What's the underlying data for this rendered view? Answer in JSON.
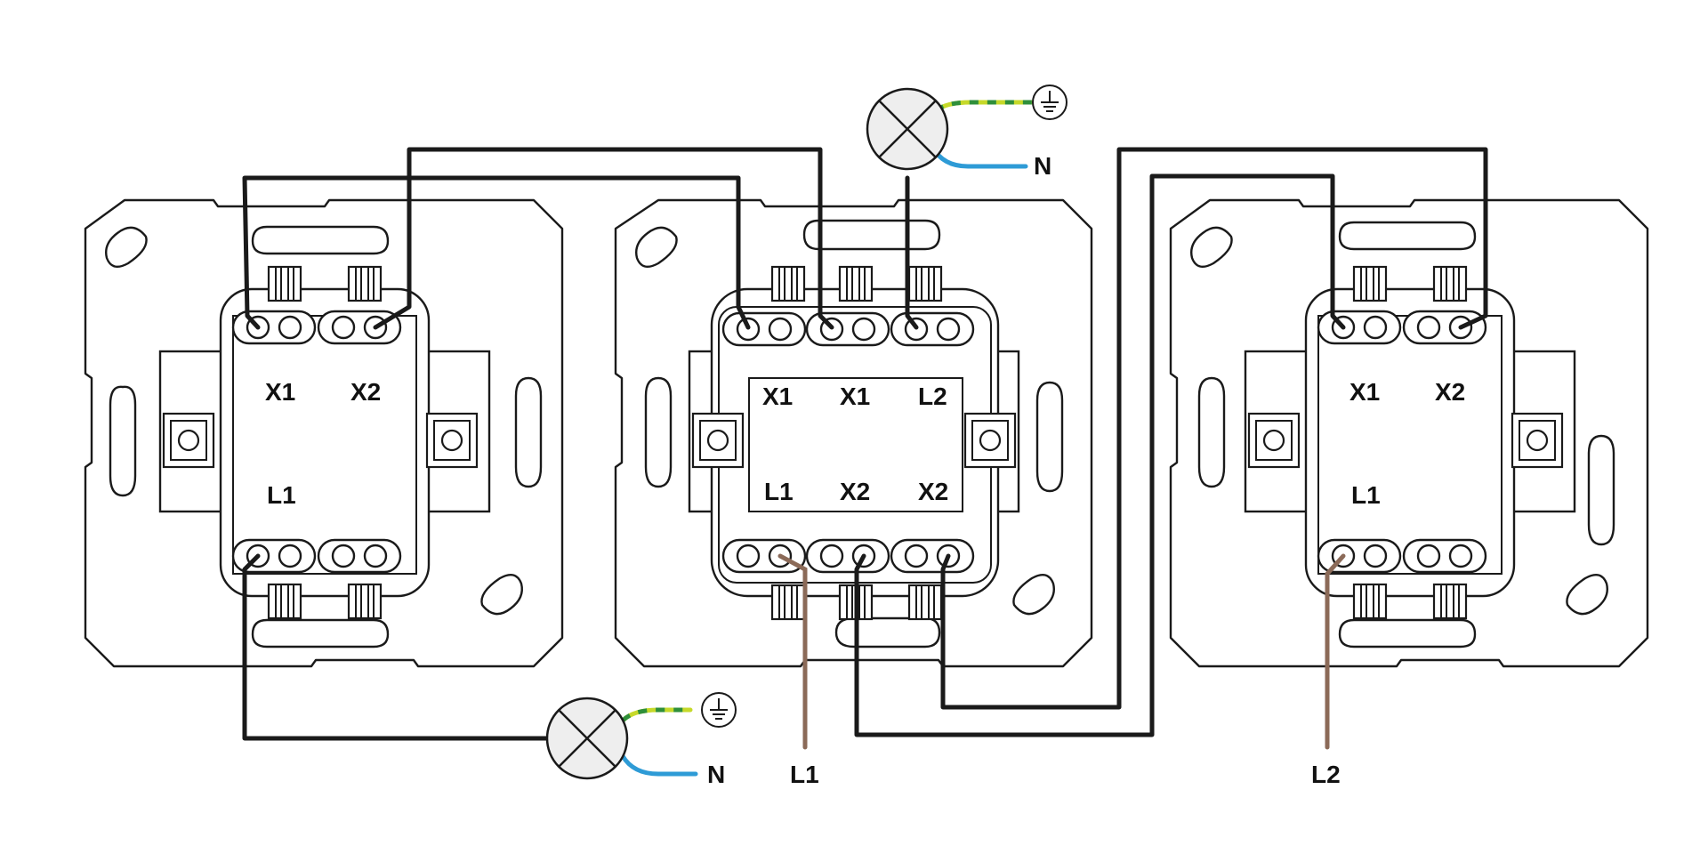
{
  "switch_left": {
    "top_left": "X1",
    "top_right": "X2",
    "bottom_left": "L1"
  },
  "switch_middle": {
    "top_1": "X1",
    "top_2": "X1",
    "top_3": "L2",
    "bottom_1": "L1",
    "bottom_2": "X2",
    "bottom_3": "X2"
  },
  "switch_right": {
    "top_left": "X1",
    "top_right": "X2",
    "bottom_left": "L1"
  },
  "lamp_top": {
    "neutral_label": "N"
  },
  "lamp_bottom": {
    "neutral_label": "N"
  },
  "supply": {
    "line1_label": "L1",
    "line2_label": "L2"
  },
  "colors": {
    "phase_wire": "#1a1a1a",
    "line_wire": "#8b6a58",
    "neutral_wire": "#2e9bd6",
    "earth_wire_green": "#2f8f3a",
    "earth_wire_yellow": "#c6d92a"
  }
}
